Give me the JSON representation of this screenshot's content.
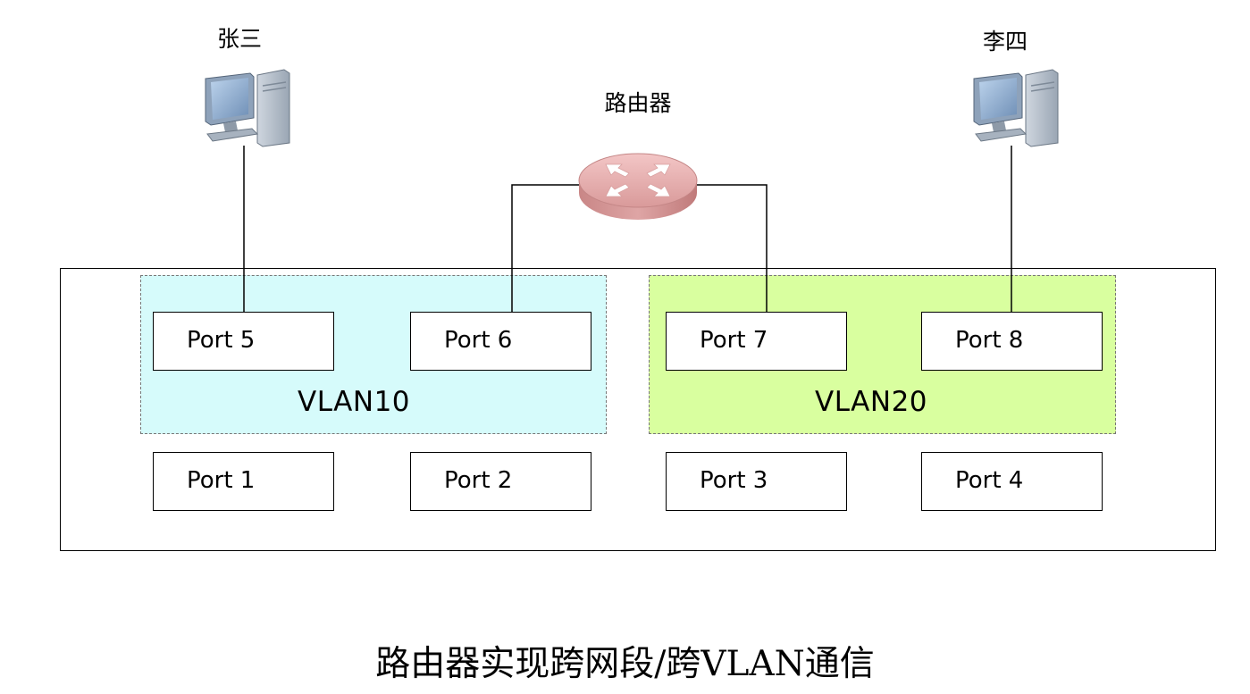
{
  "hosts": {
    "left": {
      "name": "张三",
      "icon": "desktop-computer-icon"
    },
    "right": {
      "name": "李四",
      "icon": "desktop-computer-icon"
    }
  },
  "router": {
    "label": "路由器",
    "icon": "router-icon"
  },
  "vlans": {
    "vlan10": {
      "label": "VLAN10",
      "color": "#d6fbfb"
    },
    "vlan20": {
      "label": "VLAN20",
      "color": "#d9ff9f"
    }
  },
  "ports": {
    "p1": "Port 1",
    "p2": "Port 2",
    "p3": "Port 3",
    "p4": "Port 4",
    "p5": "Port 5",
    "p6": "Port 6",
    "p7": "Port 7",
    "p8": "Port 8"
  },
  "caption": "路由器实现跨网段/跨VLAN通信"
}
